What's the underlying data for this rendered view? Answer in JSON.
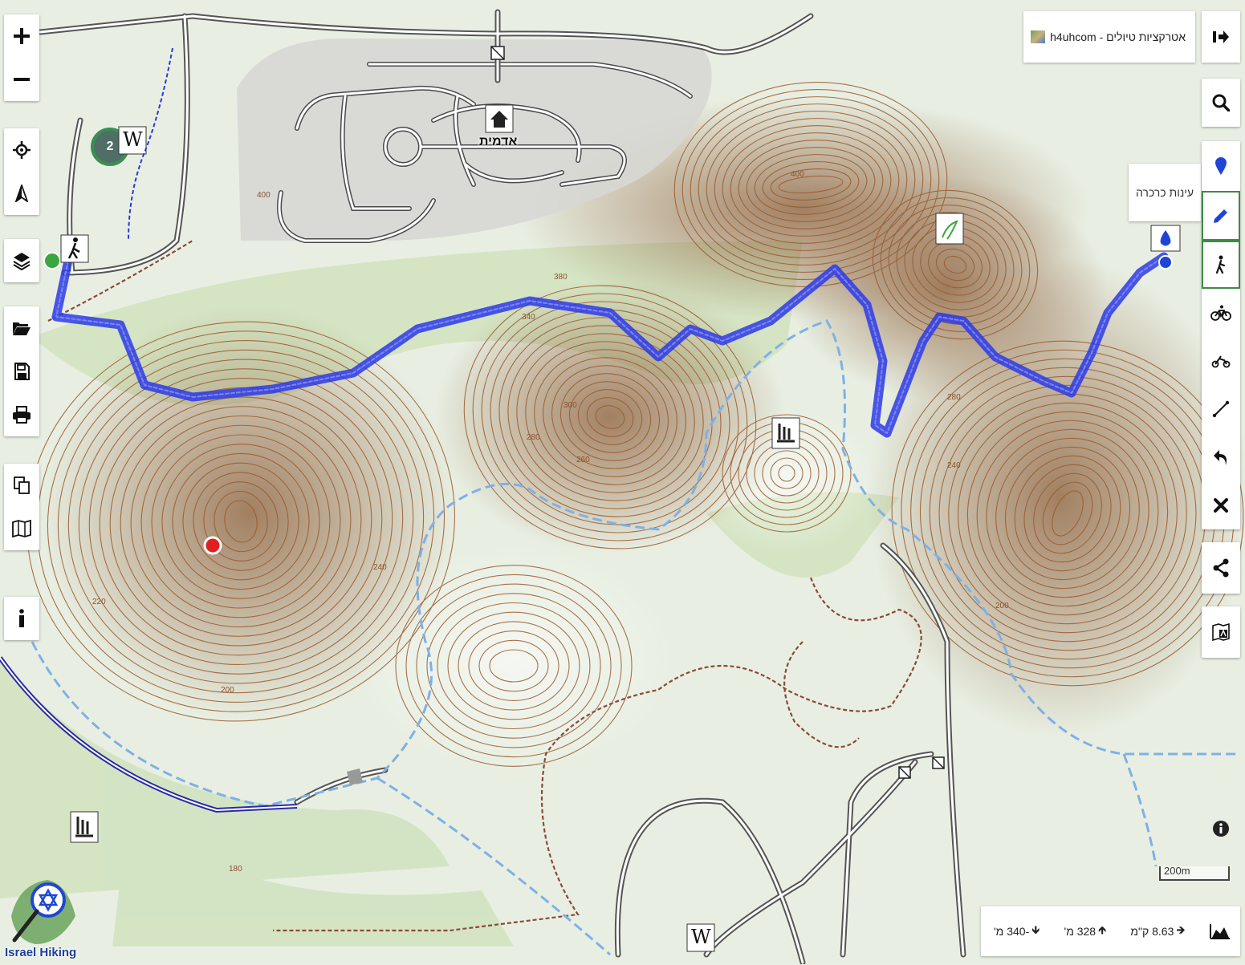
{
  "app": {
    "title": "h4uhcom - אטרקציות טיולים",
    "logo_text": "Israel Hiking"
  },
  "colors": {
    "route": "#2b39e8",
    "contour": "#9a5a2e",
    "stream": "#7fb0e6",
    "road": "#5c5c5c",
    "accent_green": "#3e8a45",
    "poi_red": "#e01f1f"
  },
  "left_toolbar": [
    {
      "name": "zoom-in-icon",
      "glyph": "+"
    },
    {
      "name": "zoom-out-icon",
      "glyph": "−"
    },
    {
      "name": "locate-icon"
    },
    {
      "name": "north-arrow-icon"
    },
    {
      "name": "layers-icon"
    },
    {
      "name": "open-folder-icon"
    },
    {
      "name": "save-icon"
    },
    {
      "name": "print-icon"
    },
    {
      "name": "copy-icon"
    },
    {
      "name": "map-book-icon"
    },
    {
      "name": "info-letter-icon",
      "glyph": "i"
    }
  ],
  "right_toolbar": [
    {
      "name": "search-icon"
    },
    {
      "name": "marker-icon"
    },
    {
      "name": "pencil-icon",
      "active": true
    },
    {
      "name": "hiker-icon",
      "active": true
    },
    {
      "name": "bicycle-icon"
    },
    {
      "name": "offroad-icon"
    },
    {
      "name": "straight-line-icon"
    },
    {
      "name": "undo-icon"
    },
    {
      "name": "clear-icon"
    },
    {
      "name": "share-icon"
    },
    {
      "name": "translate-icon"
    }
  ],
  "tooltip": {
    "text": "עינות כרכרה"
  },
  "map_labels": {
    "settlement": "אדמית",
    "cluster_count": "2",
    "wiki_letter": "W"
  },
  "contour_labels": [
    "400",
    "380",
    "340",
    "300",
    "280",
    "260",
    "240",
    "220",
    "200",
    "180"
  ],
  "scale": {
    "label": "200m"
  },
  "route_stats": {
    "distance": "8.63 ק\"מ",
    "ascent": "328 מ'",
    "descent": "-340 מ'"
  }
}
